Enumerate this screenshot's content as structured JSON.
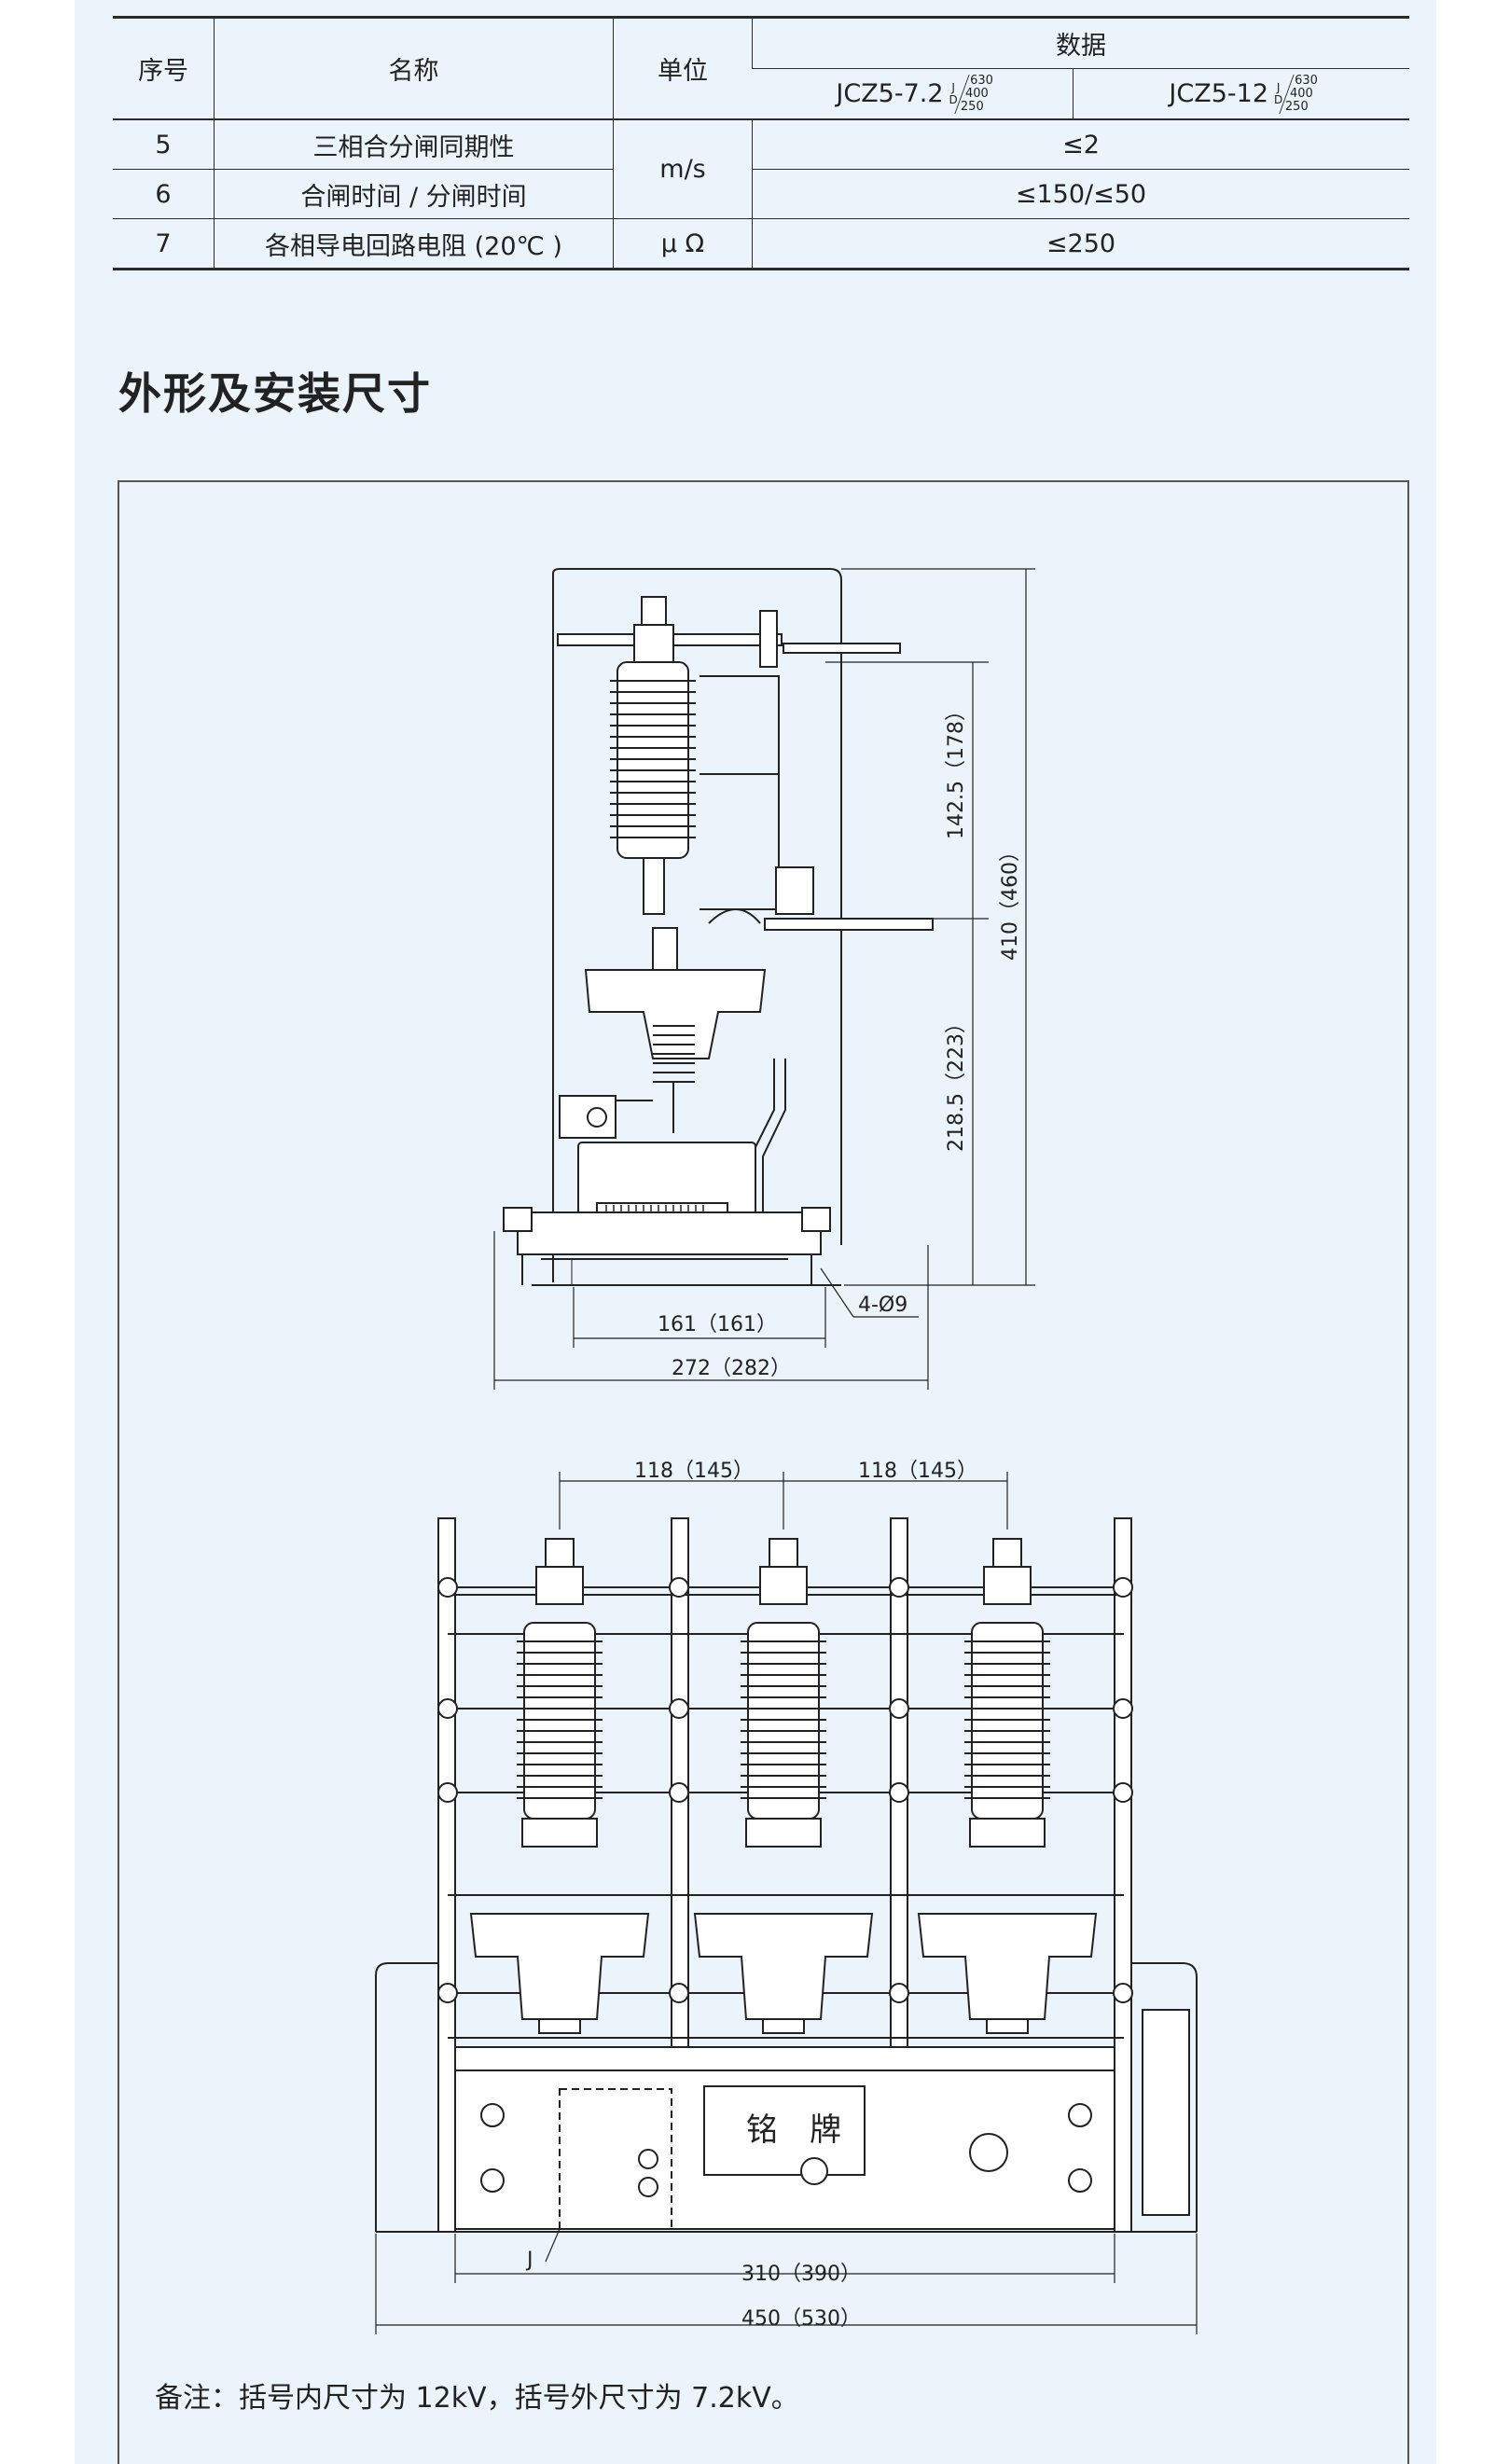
{
  "table": {
    "headers": {
      "seq": "序号",
      "name": "名称",
      "unit": "单位",
      "data": "数据",
      "model1": "JCZ5-7.2",
      "model2": "JCZ5-12",
      "jd_top": "J",
      "jd_bottom": "D",
      "ratings": [
        "630",
        "400",
        "250"
      ]
    },
    "rows": [
      {
        "seq": "5",
        "name": "三相合分闸同期性",
        "unit": "m/s",
        "value": "≤2"
      },
      {
        "seq": "6",
        "name": "合闸时间 / 分闸时间",
        "unit": "",
        "value": "≤150/≤50"
      },
      {
        "seq": "7",
        "name": "各相导电回路电阻 (20℃ )",
        "unit": "μ Ω",
        "value": "≤250"
      }
    ]
  },
  "section_title": "外形及安装尺寸",
  "side_view": {
    "dim_142": "142.5（178）",
    "dim_410": "410（460）",
    "dim_218": "218.5（223）",
    "dim_161": "161（161）",
    "dim_272": "272（282）",
    "hole": "4-Ø9"
  },
  "front_view": {
    "dim_118a": "118（145）",
    "dim_118b": "118（145）",
    "dim_310": "310（390）",
    "dim_450": "450（530）",
    "nameplate": "铭　牌",
    "label_j": "J"
  },
  "note": "备注：括号内尺寸为 12kV，括号外尺寸为 7.2kV。"
}
